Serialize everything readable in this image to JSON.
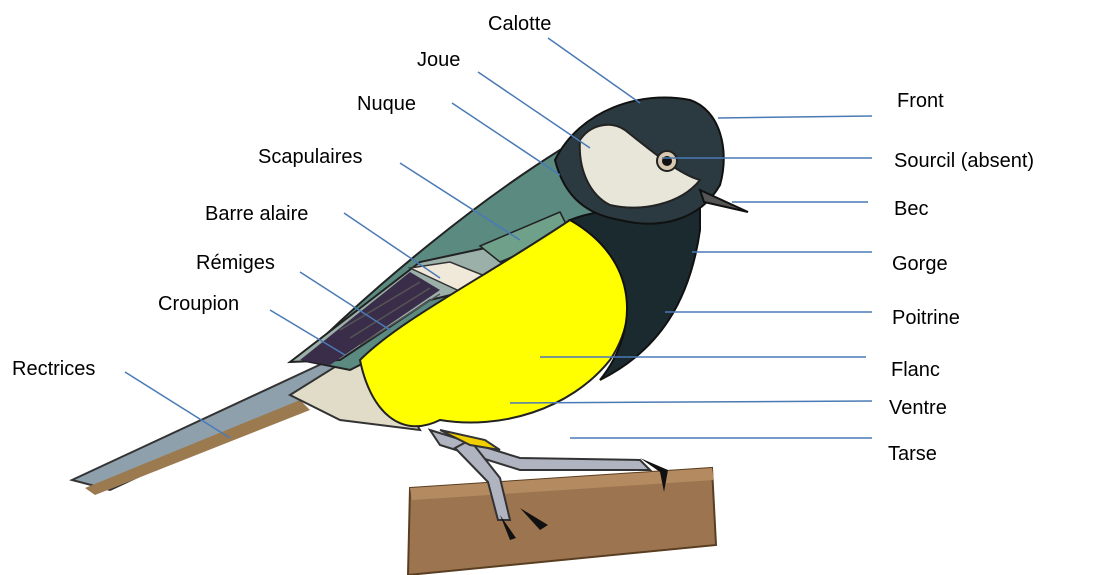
{
  "labels": {
    "calotte": "Calotte",
    "joue": "Joue",
    "nuque": "Nuque",
    "scapulaires": "Scapulaires",
    "barre_alaire": "Barre alaire",
    "remiges": "Rémiges",
    "croupion": "Croupion",
    "rectrices": "Rectrices",
    "front": "Front",
    "sourcil": "Sourcil (absent)",
    "bec": "Bec",
    "gorge": "Gorge",
    "poitrine": "Poitrine",
    "flanc": "Flanc",
    "ventre": "Ventre",
    "tarse": "Tarse"
  },
  "colors": {
    "leader_line": "#4a7ab5",
    "belly": "#ffff00",
    "head": "#2b3a40",
    "cheek": "#e8e6d8",
    "wing": "#5a8a80",
    "tail": "#8fa0ad",
    "branch": "#9c7550"
  }
}
